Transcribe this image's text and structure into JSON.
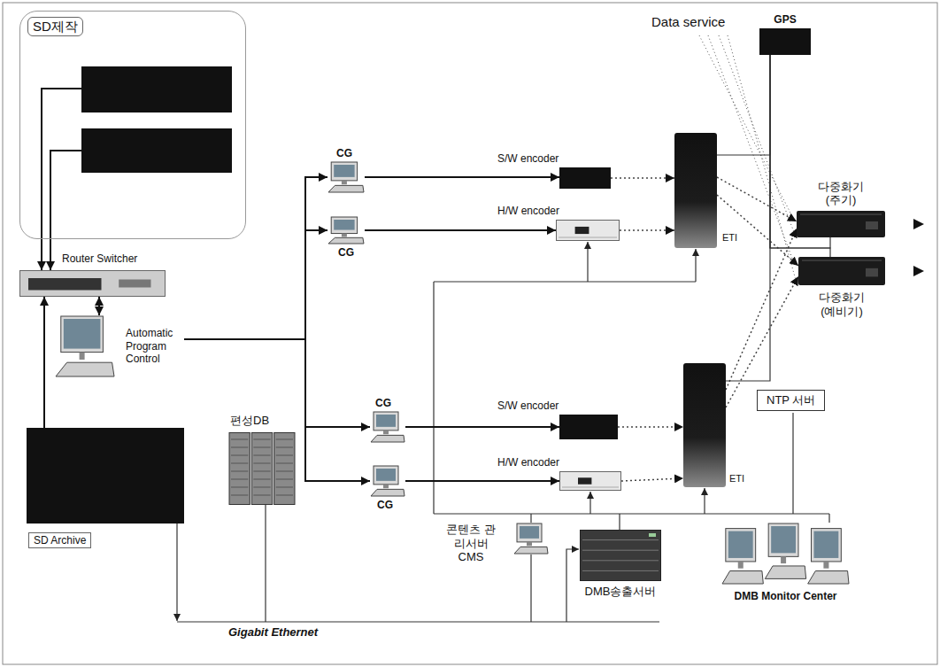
{
  "diagram": {
    "nodes": [
      {
        "text": [
          "SD제작"
        ]
      },
      {
        "text": [
          "Router Switcher"
        ]
      },
      {
        "text": [
          "Automatic Program Control"
        ]
      },
      {
        "text": [
          "SD Archive"
        ]
      },
      {
        "text": [
          "편성DB"
        ]
      },
      {
        "text": [
          "CG"
        ]
      },
      {
        "text": [
          "CG"
        ]
      },
      {
        "text": [
          "CG"
        ]
      },
      {
        "text": [
          "CG"
        ]
      },
      {
        "text": [
          "S/W encoder"
        ]
      },
      {
        "text": [
          "H/W encoder"
        ]
      },
      {
        "text": [
          "ETI"
        ]
      },
      {
        "text": [
          "GPS"
        ]
      },
      {
        "text": [
          "다중화기 (주기)"
        ]
      },
      {
        "text": [
          "다중화기 (예비기)"
        ]
      },
      {
        "text": [
          "S/W encoder"
        ]
      },
      {
        "text": [
          "H/W encoder"
        ]
      },
      {
        "text": [
          "ETI"
        ]
      },
      {
        "text": [
          "NTP 서버"
        ]
      },
      {
        "text": [
          "콘텐츠 관리서버 CMS"
        ]
      },
      {
        "text": [
          "DMB송출서버"
        ]
      },
      {
        "text": [
          "DMB Monitor Center"
        ]
      }
    ],
    "edges": [
      {
        "from": 0,
        "to": 1,
        "arrow": "to"
      },
      {
        "from": 0,
        "to": 1,
        "arrow": "to"
      },
      {
        "from": 3,
        "to": 1,
        "arrow": "to"
      },
      {
        "from": 1,
        "to": 2,
        "arrow": "both"
      },
      {
        "from": 2,
        "to": 5,
        "arrow": "to"
      },
      {
        "from": 2,
        "to": 6,
        "arrow": "to"
      },
      {
        "from": 2,
        "to": 7,
        "arrow": "to"
      },
      {
        "from": 2,
        "to": 8,
        "arrow": "to"
      },
      {
        "from": 5,
        "to": 9,
        "arrow": "to"
      },
      {
        "from": 6,
        "to": 10,
        "arrow": "to"
      },
      {
        "from": 7,
        "to": 15,
        "arrow": "to"
      },
      {
        "from": 8,
        "to": 16,
        "arrow": "to"
      },
      {
        "from": 9,
        "to": 11,
        "arrow": "to"
      },
      {
        "from": 10,
        "to": 11,
        "arrow": "to"
      },
      {
        "from": 15,
        "to": 17,
        "arrow": "to"
      },
      {
        "from": 16,
        "to": 17,
        "arrow": "to"
      },
      {
        "from": 11,
        "to": 13,
        "arrow": "to"
      },
      {
        "from": 11,
        "to": 14,
        "arrow": "to"
      },
      {
        "from": 17,
        "to": 13,
        "arrow": "to"
      },
      {
        "from": 17,
        "to": 14,
        "arrow": "to"
      },
      {
        "from": 12,
        "to": 11,
        "arrow": "none"
      },
      {
        "from": 12,
        "to": 17,
        "arrow": "none"
      },
      {
        "from": 12,
        "to": 13,
        "arrow": "none"
      },
      {
        "from": 12,
        "to": 14,
        "arrow": "none"
      }
    ],
    "labels": [
      "Data service",
      "Gigabit Ethernet"
    ]
  }
}
